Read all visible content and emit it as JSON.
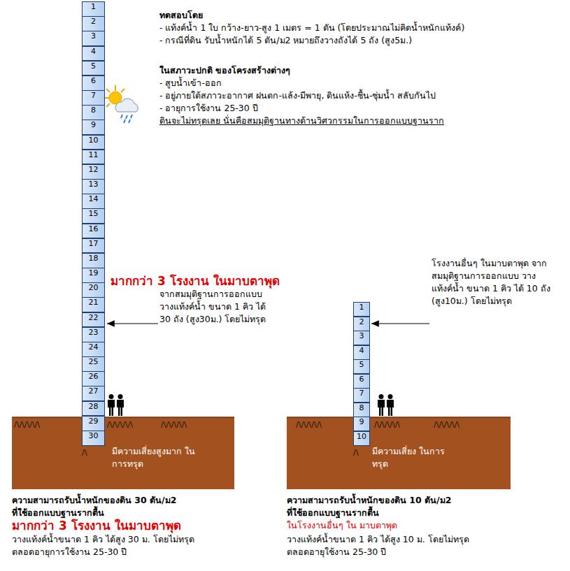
{
  "diagram": {
    "nodes": [
      {
        "text": [
          "1"
        ]
      },
      {
        "text": [
          "2"
        ]
      },
      {
        "text": [
          "3"
        ]
      },
      {
        "text": [
          "4"
        ]
      },
      {
        "text": [
          "5"
        ]
      },
      {
        "text": [
          "6"
        ]
      },
      {
        "text": [
          "7"
        ]
      },
      {
        "text": [
          "8"
        ]
      },
      {
        "text": [
          "9"
        ]
      },
      {
        "text": [
          "10"
        ]
      },
      {
        "text": [
          "11"
        ]
      },
      {
        "text": [
          "12"
        ]
      },
      {
        "text": [
          "13"
        ]
      },
      {
        "text": [
          "14"
        ]
      },
      {
        "text": [
          "15"
        ]
      },
      {
        "text": [
          "16"
        ]
      },
      {
        "text": [
          "17"
        ]
      },
      {
        "text": [
          "18"
        ]
      },
      {
        "text": [
          "19"
        ]
      },
      {
        "text": [
          "20"
        ]
      },
      {
        "text": [
          "21"
        ]
      },
      {
        "text": [
          "22"
        ]
      },
      {
        "text": [
          "23"
        ]
      },
      {
        "text": [
          "24"
        ]
      },
      {
        "text": [
          "25"
        ]
      },
      {
        "text": [
          "26"
        ]
      },
      {
        "text": [
          "27"
        ]
      },
      {
        "text": [
          "28"
        ]
      },
      {
        "text": [
          "29"
        ]
      },
      {
        "text": [
          "30"
        ]
      },
      {
        "text": [
          "1"
        ]
      },
      {
        "text": [
          "2"
        ]
      },
      {
        "text": [
          "3"
        ]
      },
      {
        "text": [
          "4"
        ]
      },
      {
        "text": [
          "5"
        ]
      },
      {
        "text": [
          "6"
        ]
      },
      {
        "text": [
          "7"
        ]
      },
      {
        "text": [
          "8"
        ]
      },
      {
        "text": [
          "9"
        ]
      },
      {
        "text": [
          "10"
        ]
      }
    ],
    "labels": [
      "ทดสอบโดย",
      "- แท้งค์น้ำ 1 ใบ กว้าง-ยาว-สูง 1 เมตร = 1 ตัน (โดยประมาณไม่คิดน้ำหนักแท้งค์)",
      "- กรณีที่ดิน รับน้ำหนักได้ 5 ตัน/ม2 หมายถึงวางถังได้ 5 ถัง (สูง5ม.)",
      "ในสภาวะปกติ ของโครงสร้างต่างๆ",
      "- สูบน้ำเข้า-ออก",
      "- อยู่ภายใต้สภาวะอากาศ ฝนตก-แล้ง-มีพายุ, ดินแห้ง-ชื้น-ชุ่มน้ำ สลับกันไป",
      "- อายุการใช้งาน 25-30 ปี",
      "ดินจะไม่ทรุดเลย นั่นคือสมมุติฐานทางด้านวิศวกรรมในการออกแบบฐานราก",
      "มากกว่า 3 โรงงาน ในมาบตาพุด",
      "จากสมมุติฐานการออกแบบ วางแท้งค์น้ำ ขนาด 1 คิว ได้ 30 ถัง (สูง30ม.) โดยไม่ทรุด",
      "โรงงานอื่นๆ ในมาบตาพุด จากสมมุติฐานการออกแบบ วางแท้งค์น้ำ ขนาด 1 คิว ได้ 10 ถัง (สูง10ม.) โดยไม่ทรุด",
      "/\\/\\/\\/\\/\\",
      "/\\/\\/\\/\\/\\",
      "/\\/\\/\\/\\/\\",
      "/\\",
      "มีความเสี่ยงสูงมาก ในการทรุด",
      "/\\/\\/\\/\\/\\",
      "/\\/\\/\\/\\/\\",
      "/\\/\\/\\/\\/\\",
      "/\\",
      "มีความเสี่ยง ในการทรุด",
      "ความสามารถรับน้ำหนักของดิน 30 ตัน/ม2",
      "ที่ใช้ออกแบบฐานรากตื้น",
      "มากกว่า 3 โรงงาน ในมาบตาพุด",
      "วางแท้งค์น้ำขนาด 1 คิว ได้สูง 30 ม. โดยไม่ทรุด",
      "ตลอดอายุการใช้งาน 25-30 ปี",
      "ความสามารถรับน้ำหนักของดิน 10 ตัน/ม2",
      "ที่ใช้ออกแบบฐานรากตื้น",
      "ในโรงงานอื่นๆ ใน มาบตาพุด",
      "วางแท้งค์น้ำขนาด 1 คิว ได้สูง 10 ม. โดยไม่ทรุด",
      "ตลอดอายุใช้งาน 25-30 ปี"
    ]
  }
}
